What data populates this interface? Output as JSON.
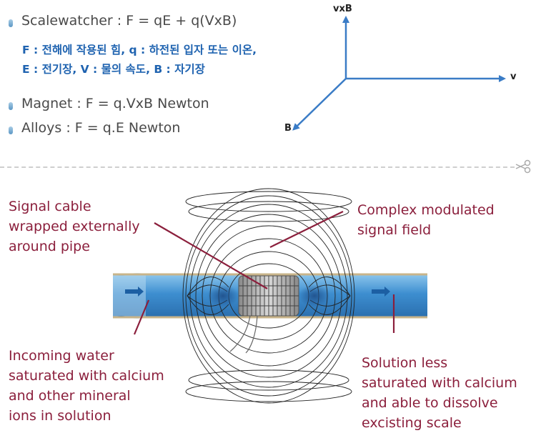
{
  "formulas": {
    "scalewatcher": "Scalewatcher : F = qE + q(VxB)",
    "legend_line1": "F : 전해에 작용된 힘, q : 하전된 입자 또는 이온,",
    "legend_line2": "E : 전기장, V : 물의 속도, B : 자기장",
    "magnet": "Magnet : F = q.VxB Newton",
    "alloys": "Alloys : F = q.E Newton"
  },
  "axes": {
    "up_label": "vxB",
    "right_label": "v",
    "diag_label": "B"
  },
  "labels": {
    "signal_cable": [
      "Signal cable",
      "wrapped externally",
      "around pipe"
    ],
    "complex_field": [
      "Complex modulated",
      "signal field"
    ],
    "incoming_water": [
      "Incoming water",
      "saturated with calcium",
      "and other mineral",
      "ions in solution"
    ],
    "solution_less": [
      "Solution less",
      "saturated with calcium",
      "and able to dissolve",
      "excisting scale"
    ]
  },
  "icons": {
    "bullet": "rounded-bullet-icon",
    "scissors": "scissors-icon"
  },
  "colors": {
    "formula_text": "#4a4a4a",
    "legend_text": "#1f63b0",
    "axis_arrow": "#3a7cc6",
    "callout_text": "#8b1f3c",
    "pipe": "#4f9fd6"
  }
}
